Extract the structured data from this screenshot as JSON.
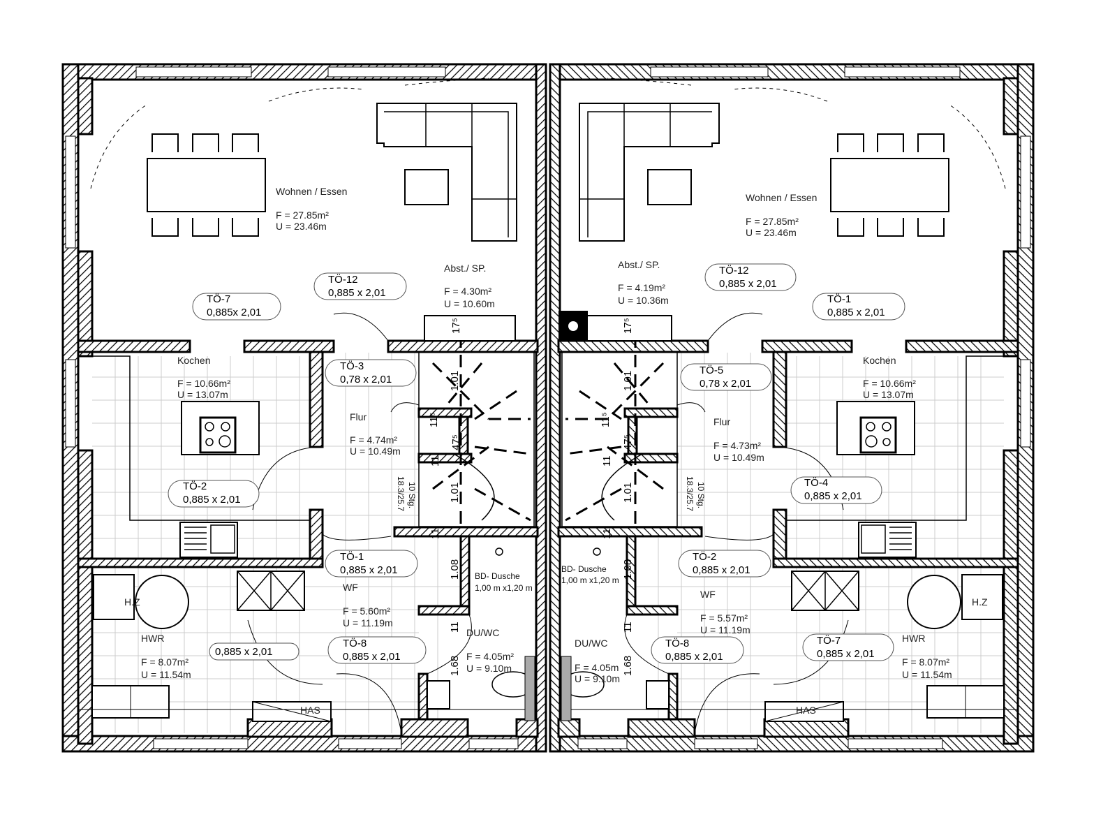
{
  "left_unit": {
    "rooms": [
      {
        "name": "Wohnen / Essen",
        "area": "F = 27.85m²",
        "perimeter": "U = 23.46m"
      },
      {
        "name": "Abst./ SP.",
        "area": "F = 4.30m²",
        "perimeter": "U = 10.60m"
      },
      {
        "name": "Kochen",
        "area": "F = 10.66m²",
        "perimeter": "U = 13.07m"
      },
      {
        "name": "Flur",
        "area": "F = 4.74m²",
        "perimeter": "U = 10.49m"
      },
      {
        "name": "WF",
        "area": "F = 5.60m²",
        "perimeter": "U = 11.19m"
      },
      {
        "name": "HWR",
        "area": "F = 8.07m²",
        "perimeter": "U = 11.54m"
      },
      {
        "name": "DU/WC",
        "area": "F = 4.05m²",
        "perimeter": "U = 9.10m"
      }
    ],
    "shower": {
      "name": "BD- Dusche",
      "size": "1,00 m x1,20 m"
    },
    "has": "HAS",
    "heater": "H.Z",
    "doors": [
      {
        "id": "TÖ-7",
        "size": "0,885x 2,01"
      },
      {
        "id": "TÖ-12",
        "size": "0,885 x 2,01"
      },
      {
        "id": "TÖ-3",
        "size": "0,78 x 2,01"
      },
      {
        "id": "TÖ-2",
        "size": "0,885 x 2,01"
      },
      {
        "id": "TÖ-1",
        "size": "0,885 x 2,01"
      },
      {
        "id": "TÖ-8",
        "size": "0,885 x 2,01"
      },
      {
        "id": "",
        "size": "0,885 x 2,01"
      }
    ],
    "dims": [
      "17⁵",
      "1.01",
      "11⁵",
      "47⁵",
      "11",
      "1.01",
      "11",
      "1.08",
      "11",
      "1.68"
    ],
    "stair_ratio": "18.3/25.7",
    "stair_steps": "10 Stg."
  },
  "right_unit": {
    "rooms": [
      {
        "name": "Wohnen / Essen",
        "area": "F = 27.85m²",
        "perimeter": "U = 23.46m"
      },
      {
        "name": "Abst./ SP.",
        "area": "F = 4.19m²",
        "perimeter": "U = 10.36m"
      },
      {
        "name": "Kochen",
        "area": "F = 10.66m²",
        "perimeter": "U = 13.07m"
      },
      {
        "name": "Flur",
        "area": "F = 4.73m²",
        "perimeter": "U = 10.49m"
      },
      {
        "name": "WF",
        "area": "F = 5.57m²",
        "perimeter": "U = 11.19m"
      },
      {
        "name": "HWR",
        "area": "F = 8.07m²",
        "perimeter": "U = 11.54m"
      },
      {
        "name": "DU/WC",
        "area": "F = 4.05m",
        "perimeter": "U = 9.10m"
      }
    ],
    "shower": {
      "name": "BD- Dusche",
      "size": "1,00 m x1,20 m"
    },
    "has": "HAS",
    "heater": "H.Z",
    "doors": [
      {
        "id": "TÖ-12",
        "size": "0,885 x 2,01"
      },
      {
        "id": "TÖ-1",
        "size": "0,885 x 2,01"
      },
      {
        "id": "TÖ-5",
        "size": "0,78 x 2,01"
      },
      {
        "id": "TÖ-4",
        "size": "0,885 x 2,01"
      },
      {
        "id": "TÖ-2",
        "size": "0,885 x 2,01"
      },
      {
        "id": "TÖ-8",
        "size": "0,885 x 2,01"
      },
      {
        "id": "TÖ-7",
        "size": "0,885 x 2,01"
      }
    ],
    "dims": [
      "17⁵",
      "1.01",
      "11⁵",
      "47⁵",
      "11",
      "1.01",
      "11",
      "1.08",
      "11",
      "1.68"
    ],
    "stair_ratio": "18.3/25.7",
    "stair_steps": "10 Stg."
  }
}
